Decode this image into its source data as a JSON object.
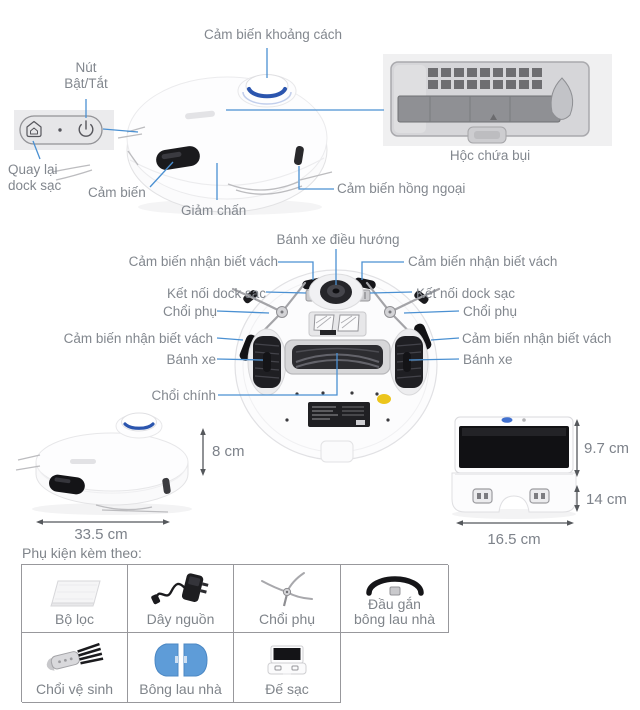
{
  "top_section": {
    "distance_sensor": "Cảm biến khoảng cách",
    "power_button": "Nút\nBật/Tắt",
    "dock_return": "Quay lại\ndock sạc",
    "sensor": "Cảm biến",
    "bumper": "Giảm chấn",
    "ir_sensor": "Cảm biến hồng ngoại",
    "dust_box": "Hộc chứa bụi"
  },
  "bottom_section": {
    "nav_wheel": "Bánh xe điều hướng",
    "left": {
      "cliff_top": "Cảm biến nhận biết vách",
      "dock_contact": "Kết nối dock sạc",
      "side_brush": "Chổi phụ",
      "cliff_side": "Cảm biến nhận biết vách",
      "wheel": "Bánh xe",
      "main_brush": "Chổi chính"
    },
    "right": {
      "cliff_top": "Cảm biến nhận biết vách",
      "dock_contact": "Kết nối dock sạc",
      "side_brush": "Chổi phụ",
      "cliff_side": "Cảm biến nhận biết vách",
      "wheel": "Bánh xe"
    }
  },
  "dimensions": {
    "robot_height": "8 cm",
    "robot_width": "33.5 cm",
    "dock_top_height": "9.7 cm",
    "dock_base_height": "14 cm",
    "dock_width": "16.5 cm"
  },
  "accessories": {
    "heading": "Phụ kiện kèm theo:",
    "items": [
      {
        "label": "Bộ lọc",
        "icon": "filter-icon"
      },
      {
        "label": "Dây nguồn",
        "icon": "power-cord-icon"
      },
      {
        "label": "Chổi phụ",
        "icon": "side-brush-icon"
      },
      {
        "label": "Đầu gắn\nbông lau nhà",
        "icon": "mop-mount-icon"
      },
      {
        "label": "Chổi vệ sinh",
        "icon": "cleaning-brush-icon"
      },
      {
        "label": "Bông lau nhà",
        "icon": "mop-pad-icon"
      },
      {
        "label": "Đế sạc",
        "icon": "charging-dock-icon"
      }
    ]
  },
  "colors": {
    "callout_line": "#4a90d2",
    "label_text": "#82878e",
    "sensor_ring_blue": "#2b55ae",
    "mop_pad_blue": "#5e9cd8"
  }
}
